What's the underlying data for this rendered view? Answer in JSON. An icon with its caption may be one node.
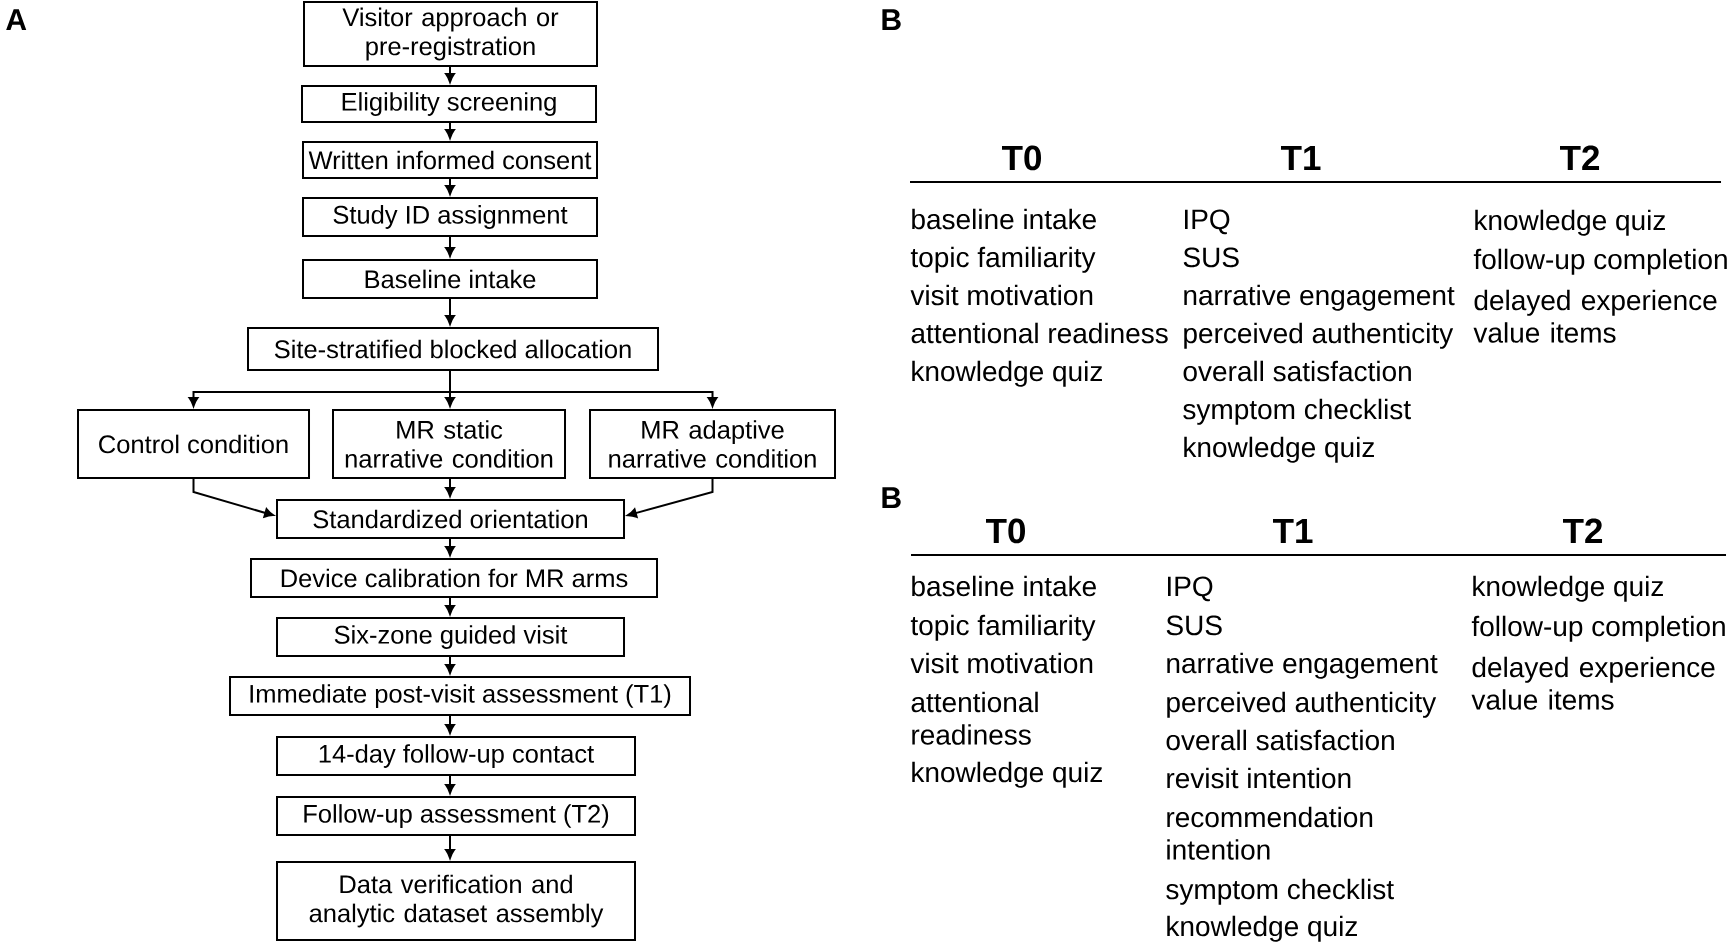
{
  "diagram": {
    "nodes": [
      {
        "text": [
          "Visitor approach or pre-registration"
        ]
      },
      {
        "text": [
          "Eligibility screening"
        ]
      },
      {
        "text": [
          "Written informed consent"
        ]
      },
      {
        "text": [
          "Study ID assignment"
        ]
      },
      {
        "text": [
          "Baseline intake"
        ]
      },
      {
        "text": [
          "Site-stratified blocked allocation"
        ]
      },
      {
        "text": [
          "Control condition"
        ]
      },
      {
        "text": [
          "MR static narrative condition"
        ]
      },
      {
        "text": [
          "MR adaptive narrative condition"
        ]
      },
      {
        "text": [
          "Standardized orientation"
        ]
      },
      {
        "text": [
          "Device calibration for MR arms"
        ]
      },
      {
        "text": [
          "Six-zone guided visit"
        ]
      },
      {
        "text": [
          "Immediate post-visit assessment (T1)"
        ]
      },
      {
        "text": [
          "14-day follow-up contact"
        ]
      },
      {
        "text": [
          "Follow-up assessment (T2)"
        ]
      },
      {
        "text": [
          "Data verification and analytic dataset assembly"
        ]
      }
    ],
    "edges": [
      {
        "from": 0,
        "to": 1,
        "arrow": "to"
      },
      {
        "from": 1,
        "to": 2,
        "arrow": "to"
      },
      {
        "from": 2,
        "to": 3,
        "arrow": "to"
      },
      {
        "from": 3,
        "to": 4,
        "arrow": "to"
      },
      {
        "from": 4,
        "to": 5,
        "arrow": "to"
      },
      {
        "from": 5,
        "to": 6,
        "arrow": "to"
      },
      {
        "from": 5,
        "to": 7,
        "arrow": "to"
      },
      {
        "from": 5,
        "to": 8,
        "arrow": "to"
      },
      {
        "from": 6,
        "to": 9,
        "arrow": "to"
      },
      {
        "from": 7,
        "to": 9,
        "arrow": "to"
      },
      {
        "from": 8,
        "to": 9,
        "arrow": "to"
      },
      {
        "from": 9,
        "to": 10,
        "arrow": "to"
      },
      {
        "from": 10,
        "to": 11,
        "arrow": "to"
      },
      {
        "from": 11,
        "to": 12,
        "arrow": "to"
      },
      {
        "from": 12,
        "to": 13,
        "arrow": "to"
      },
      {
        "from": 13,
        "to": 14,
        "arrow": "to"
      },
      {
        "from": 14,
        "to": 15,
        "arrow": "to"
      }
    ],
    "labels": [
      "A",
      "B",
      "T0",
      "T1",
      "T2",
      "baseline intake",
      "IPQ",
      "knowledge quiz",
      "topic familiarity",
      "SUS",
      "follow-up completion",
      "visit motivation",
      "narrative engagement",
      "delayed experience value items",
      "attentional readiness",
      "perceived authenticity",
      "knowledge quiz",
      "overall satisfaction",
      "symptom checklist",
      "knowledge quiz",
      "B",
      "T0",
      "T1",
      "T2",
      "baseline intake",
      "IPQ",
      "knowledge quiz",
      "topic familiarity",
      "SUS",
      "follow-up completion",
      "visit motivation",
      "narrative engagement",
      "delayed experience value items",
      "attentional readiness",
      "perceived authenticity",
      "overall satisfaction",
      "knowledge quiz",
      "revisit intention",
      "recommendation intention",
      "symptom checklist",
      "knowledge quiz"
    ]
  }
}
